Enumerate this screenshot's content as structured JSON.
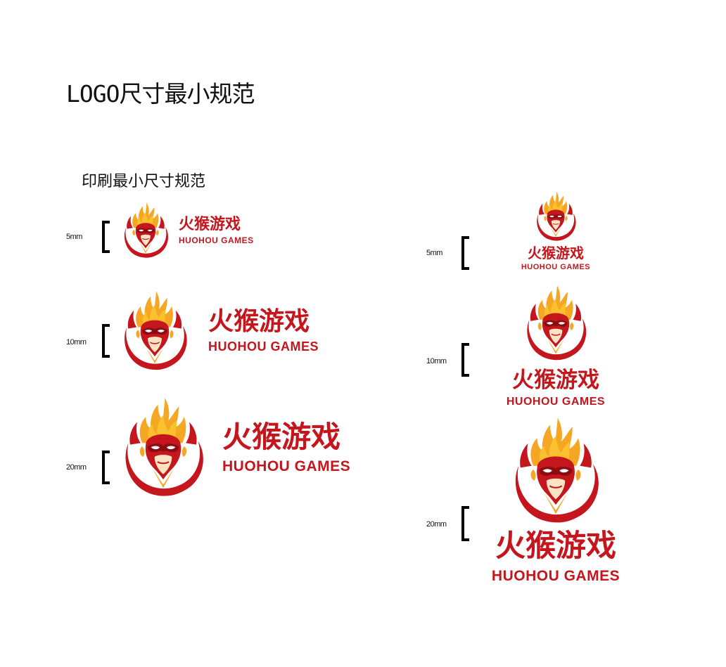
{
  "page": {
    "title": "LOGO尺寸最小规范"
  },
  "section": {
    "title": "印刷最小尺寸规范"
  },
  "brand": {
    "name_cn": "火猴游戏",
    "name_en": "HUOHOU GAMES",
    "colors": {
      "primary_red": "#c4161c",
      "flame_orange": "#f5a623",
      "flame_yellow": "#fbc02d",
      "face_white": "#ffffff"
    },
    "mark_icon": "monkey-flame-icon"
  },
  "horizontal": {
    "label": "horizontal lockup",
    "rows": [
      {
        "size_label": "5mm"
      },
      {
        "size_label": "10mm"
      },
      {
        "size_label": "20mm"
      }
    ]
  },
  "vertical": {
    "label": "vertical lockup",
    "rows": [
      {
        "size_label": "5mm"
      },
      {
        "size_label": "10mm"
      },
      {
        "size_label": "20mm"
      }
    ]
  }
}
